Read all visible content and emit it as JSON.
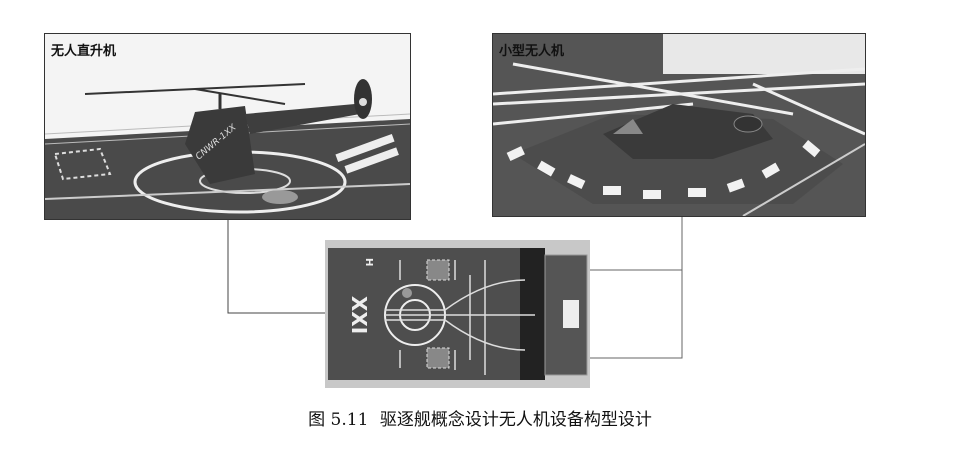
{
  "figure": {
    "panels": {
      "helicopter": {
        "label": "无人直升机",
        "marking": "CNWR-1XX"
      },
      "small_uav": {
        "label": "小型无人机"
      },
      "deck_plan": {
        "deck_number": "XXI",
        "helipad_mark": "H"
      }
    },
    "caption": {
      "number": "图 5.11",
      "text": "驱逐舰概念设计无人机设备构型设计"
    }
  }
}
